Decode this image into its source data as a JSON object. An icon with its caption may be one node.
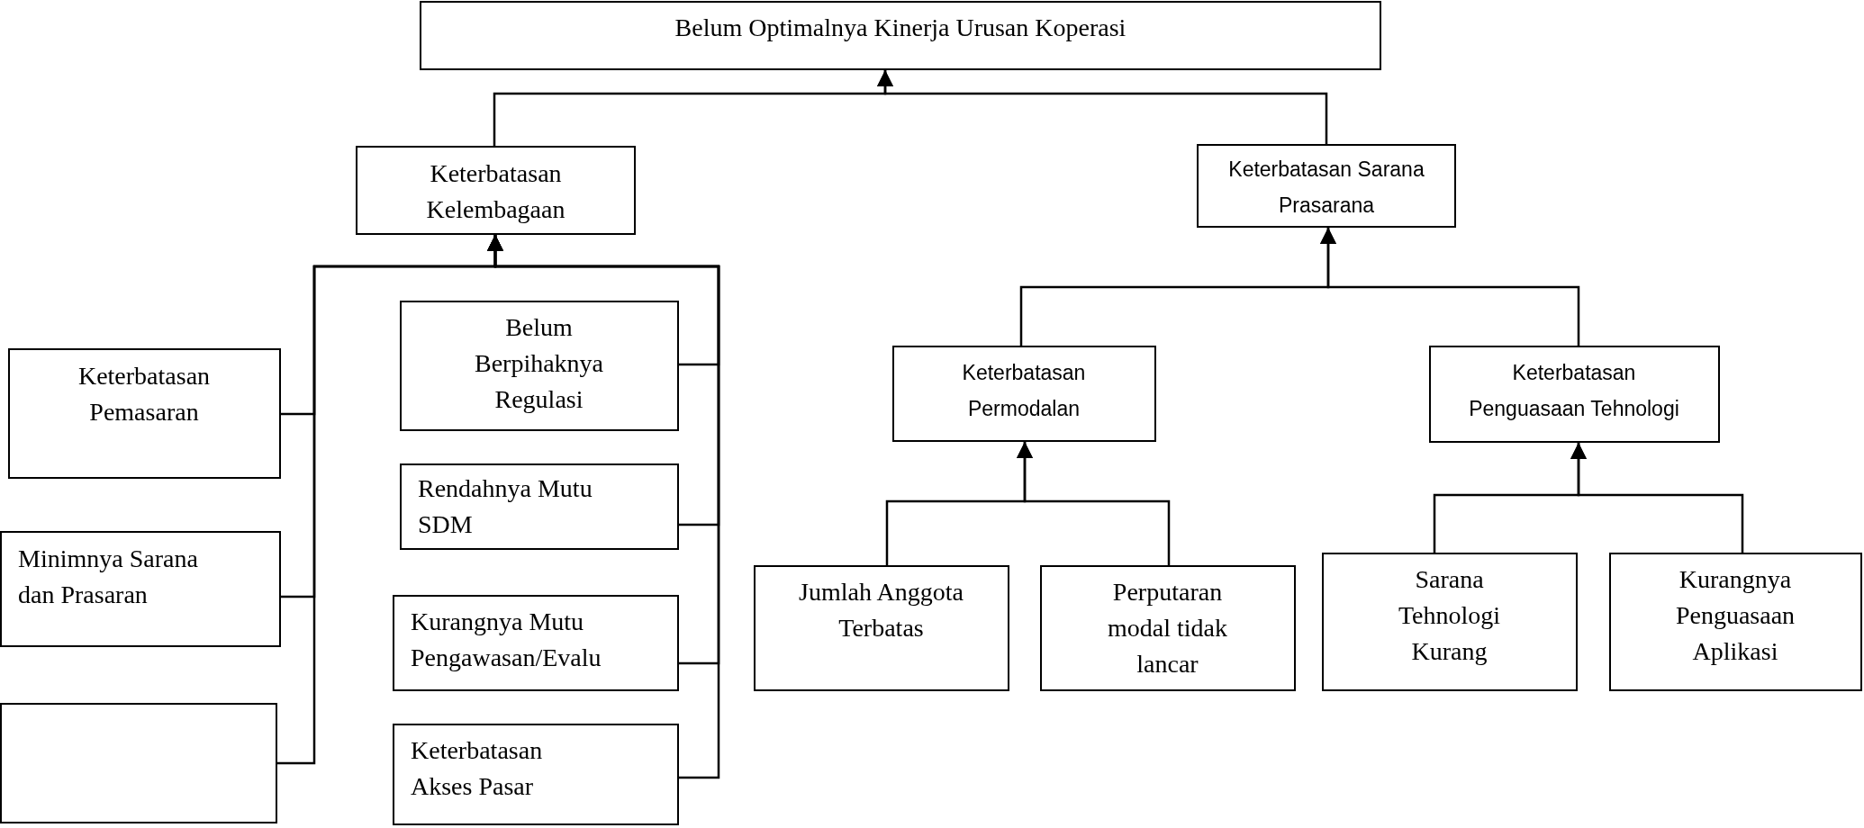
{
  "diagram": {
    "nodes": [
      {
        "text": [
          "Belum Optimalnya Kinerja Urusan Koperasi"
        ]
      },
      {
        "text": [
          "Keterbatasan Kelembagaan"
        ]
      },
      {
        "text": [
          "Keterbatasan Sarana Prasarana"
        ]
      },
      {
        "text": [
          "Keterbatasan Pemasaran"
        ]
      },
      {
        "text": [
          "Belum Berpihaknya Regulasi"
        ]
      },
      {
        "text": [
          "Rendahnya Mutu SDM"
        ]
      },
      {
        "text": [
          "Minimnya Sarana dan Prasaran"
        ]
      },
      {
        "text": [
          "Kurangnya Mutu Pengawasan/Evalu"
        ]
      },
      {
        "text": [],
        "shape": "box"
      },
      {
        "text": [
          "Keterbatasan Akses Pasar"
        ]
      },
      {
        "text": [
          "Keterbatasan Permodalan"
        ]
      },
      {
        "text": [
          "Keterbatasan Penguasaan Tehnologi"
        ]
      },
      {
        "text": [
          "Jumlah Anggota Terbatas"
        ]
      },
      {
        "text": [
          "Perputaran modal tidak lancar"
        ]
      },
      {
        "text": [
          "Sarana Tehnologi Kurang"
        ]
      },
      {
        "text": [
          "Kurangnya Penguasaan Aplikasi"
        ]
      }
    ],
    "edges": [
      {
        "from": 1,
        "to": 0,
        "arrow": "to"
      },
      {
        "from": 2,
        "to": 0,
        "arrow": "to"
      },
      {
        "from": 3,
        "to": 1,
        "arrow": "to"
      },
      {
        "from": 6,
        "to": 1,
        "arrow": "to"
      },
      {
        "from": 8,
        "to": 1,
        "arrow": "to"
      },
      {
        "from": 4,
        "to": 1,
        "arrow": "to"
      },
      {
        "from": 5,
        "to": 1,
        "arrow": "to"
      },
      {
        "from": 7,
        "to": 1,
        "arrow": "to"
      },
      {
        "from": 9,
        "to": 1,
        "arrow": "to"
      },
      {
        "from": 10,
        "to": 2,
        "arrow": "to"
      },
      {
        "from": 11,
        "to": 2,
        "arrow": "to"
      },
      {
        "from": 12,
        "to": 10,
        "arrow": "to"
      },
      {
        "from": 13,
        "to": 10,
        "arrow": "to"
      },
      {
        "from": 14,
        "to": 11,
        "arrow": "to"
      },
      {
        "from": 15,
        "to": 11,
        "arrow": "to"
      }
    ]
  }
}
